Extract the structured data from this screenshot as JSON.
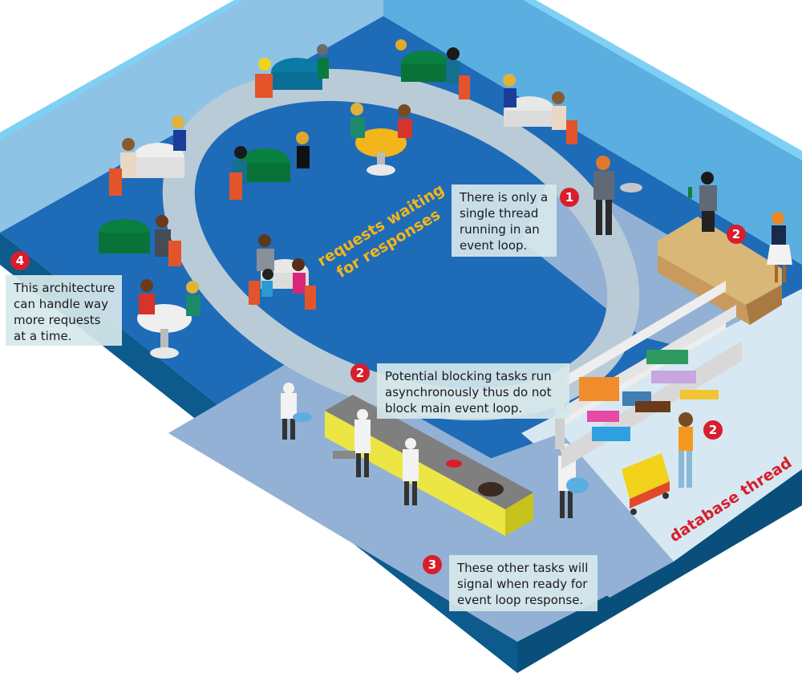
{
  "colors": {
    "background": "#ffffff",
    "left_wall": "#8ec3e6",
    "right_wall": "#5aafe0",
    "wall_top_edge": "#7fd0f5",
    "dining_floor": "#1e6bb8",
    "ring_path": "#b9cbd6",
    "kitchen_floor": "#93b1d4",
    "store_floor": "#d7e8f2",
    "slab_side": "#0d5a8c",
    "badge": "#d81e2c",
    "floor_label_yellow": "#f2b51c",
    "floor_label_red": "#d81e2c"
  },
  "floor_labels": {
    "ring_line1": "requests waiting",
    "ring_line2": "for responses",
    "database": "database thread"
  },
  "callouts": [
    {
      "badge": "1",
      "lines": [
        "There is only a",
        "single thread",
        "running in an",
        "event loop."
      ]
    },
    {
      "badge": "2",
      "lines": [
        "Potential blocking tasks run",
        "asynchronously thus do not",
        "block main event loop."
      ]
    },
    {
      "badge": "3",
      "lines": [
        "These other tasks will",
        "signal when ready for",
        "event loop response."
      ]
    },
    {
      "badge": "4",
      "lines": [
        "This architecture",
        "can handle way",
        "more requests",
        "at a time."
      ]
    }
  ],
  "extra_badges": [
    {
      "badge": "2",
      "area": "bar"
    },
    {
      "badge": "2",
      "area": "grocery"
    }
  ],
  "scene_icons": {
    "waiter": "waiter-icon",
    "bartender": "bartender-icon",
    "waitress": "waitress-icon",
    "chef": "chef-icon",
    "shopper": "shopper-icon",
    "table": "dining-table-icon"
  }
}
